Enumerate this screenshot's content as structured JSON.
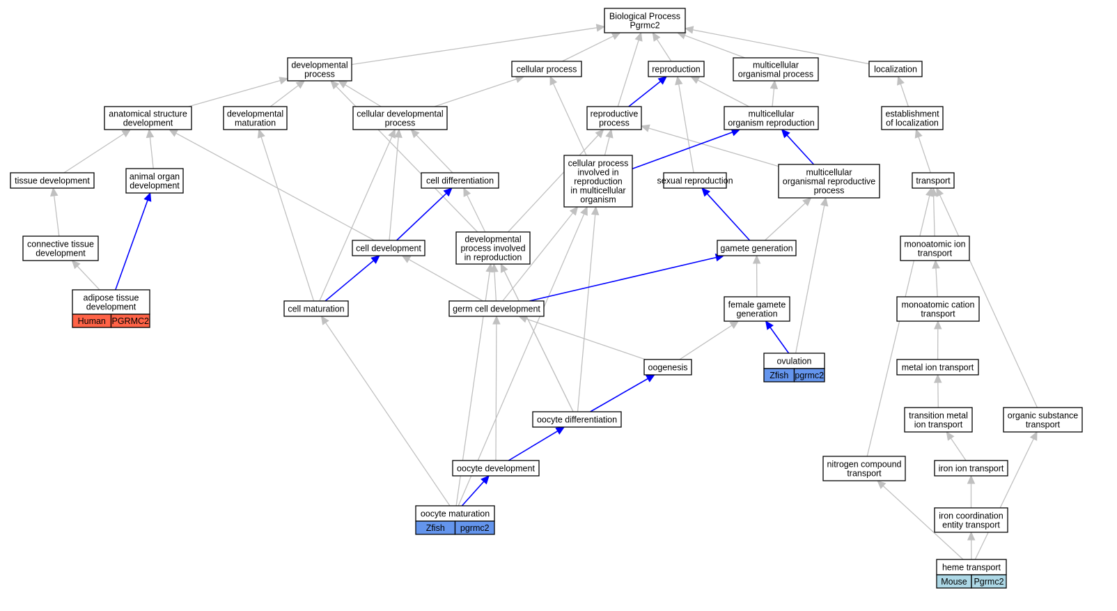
{
  "colors": {
    "default_edge": "#c0c0c0",
    "highlight_edge": "#0000ff",
    "human": "#ff6347",
    "zfish": "#6495ed",
    "mouse": "#add8e6"
  },
  "nodes": {
    "bp": [
      "Biological Process",
      "Pgrmc2"
    ],
    "devproc": [
      "developmental",
      "process"
    ],
    "cellproc": [
      "cellular process"
    ],
    "repro": [
      "reproduction"
    ],
    "mcop": [
      "multicellular",
      "organismal process"
    ],
    "loc": [
      "localization"
    ],
    "asd": [
      "anatomical structure",
      "development"
    ],
    "devmat": [
      "developmental",
      "maturation"
    ],
    "cdp": [
      "cellular developmental",
      "process"
    ],
    "reproproc": [
      "reproductive",
      "process"
    ],
    "mor": [
      "multicellular",
      "organism reproduction"
    ],
    "estloc": [
      "establishment",
      "of localization"
    ],
    "tissdev": [
      "tissue development"
    ],
    "aod": [
      "animal organ",
      "development"
    ],
    "celldiff": [
      "cell differentiation"
    ],
    "cpir": [
      "cellular process",
      "involved in",
      "reproduction",
      "in multicellular",
      "organism"
    ],
    "sexrepro": [
      "sexual reproduction"
    ],
    "morp": [
      "multicellular",
      "organismal reproductive",
      "process"
    ],
    "transport": [
      "transport"
    ],
    "ctd": [
      "connective tissue",
      "development"
    ],
    "celldev": [
      "cell development"
    ],
    "dpir": [
      "developmental",
      "process involved",
      "in reproduction"
    ],
    "gamgen": [
      "gamete generation"
    ],
    "mit": [
      "monoatomic ion",
      "transport"
    ],
    "atd": [
      "adipose tissue",
      "development"
    ],
    "cellmat": [
      "cell maturation"
    ],
    "gcd": [
      "germ cell development"
    ],
    "fgg": [
      "female gamete",
      "generation"
    ],
    "mct": [
      "monoatomic cation",
      "transport"
    ],
    "oogen": [
      "oogenesis"
    ],
    "ovul": [
      "ovulation"
    ],
    "metion": [
      "metal ion transport"
    ],
    "oodiff": [
      "oocyte differentiation"
    ],
    "tmit": [
      "transition metal",
      "ion transport"
    ],
    "ost": [
      "organic substance",
      "transport"
    ],
    "oodev": [
      "oocyte development"
    ],
    "nct": [
      "nitrogen compound",
      "transport"
    ],
    "iit": [
      "iron ion transport"
    ],
    "oomat": [
      "oocyte maturation"
    ],
    "icet": [
      "iron coordination",
      "entity transport"
    ],
    "heme": [
      "heme transport"
    ]
  },
  "annotations": {
    "atd": [
      "Human",
      "PGRMC2"
    ],
    "ovul": [
      "Zfish",
      "pgrmc2"
    ],
    "oomat": [
      "Zfish",
      "pgrmc2"
    ],
    "heme": [
      "Mouse",
      "Pgrmc2"
    ]
  },
  "edges": [
    {
      "from": "devproc",
      "to": "bp",
      "style": "grey"
    },
    {
      "from": "cellproc",
      "to": "bp",
      "style": "grey"
    },
    {
      "from": "repro",
      "to": "bp",
      "style": "grey"
    },
    {
      "from": "mcop",
      "to": "bp",
      "style": "grey"
    },
    {
      "from": "loc",
      "to": "bp",
      "style": "grey"
    },
    {
      "from": "reproproc",
      "to": "bp",
      "style": "grey"
    },
    {
      "from": "asd",
      "to": "devproc",
      "style": "grey"
    },
    {
      "from": "devmat",
      "to": "devproc",
      "style": "grey"
    },
    {
      "from": "cdp",
      "to": "devproc",
      "style": "grey"
    },
    {
      "from": "dpir",
      "to": "devproc",
      "style": "grey"
    },
    {
      "from": "cdp",
      "to": "cellproc",
      "style": "grey"
    },
    {
      "from": "cpir",
      "to": "cellproc",
      "style": "grey"
    },
    {
      "from": "reproproc",
      "to": "repro",
      "style": "blue"
    },
    {
      "from": "mor",
      "to": "repro",
      "style": "grey"
    },
    {
      "from": "sexrepro",
      "to": "repro",
      "style": "grey"
    },
    {
      "from": "mor",
      "to": "mcop",
      "style": "grey"
    },
    {
      "from": "estloc",
      "to": "loc",
      "style": "grey"
    },
    {
      "from": "tissdev",
      "to": "asd",
      "style": "grey"
    },
    {
      "from": "aod",
      "to": "asd",
      "style": "grey"
    },
    {
      "from": "celldev",
      "to": "asd",
      "style": "grey"
    },
    {
      "from": "cellmat",
      "to": "devmat",
      "style": "grey"
    },
    {
      "from": "celldiff",
      "to": "cdp",
      "style": "grey"
    },
    {
      "from": "celldev",
      "to": "cdp",
      "style": "grey"
    },
    {
      "from": "cellmat",
      "to": "cdp",
      "style": "grey"
    },
    {
      "from": "cpir",
      "to": "reproproc",
      "style": "grey"
    },
    {
      "from": "morp",
      "to": "reproproc",
      "style": "grey"
    },
    {
      "from": "dpir",
      "to": "reproproc",
      "style": "grey"
    },
    {
      "from": "cpir",
      "to": "mor",
      "style": "blue"
    },
    {
      "from": "morp",
      "to": "mor",
      "style": "blue"
    },
    {
      "from": "transport",
      "to": "estloc",
      "style": "grey"
    },
    {
      "from": "ctd",
      "to": "tissdev",
      "style": "grey"
    },
    {
      "from": "atd",
      "to": "aod",
      "style": "blue"
    },
    {
      "from": "celldev",
      "to": "celldiff",
      "style": "blue"
    },
    {
      "from": "oodiff",
      "to": "celldiff",
      "style": "grey"
    },
    {
      "from": "gcd",
      "to": "cpir",
      "style": "grey"
    },
    {
      "from": "oodiff",
      "to": "cpir",
      "style": "grey"
    },
    {
      "from": "oomat",
      "to": "cpir",
      "style": "grey"
    },
    {
      "from": "gamgen",
      "to": "sexrepro",
      "style": "blue"
    },
    {
      "from": "gamgen",
      "to": "morp",
      "style": "grey"
    },
    {
      "from": "ovul",
      "to": "morp",
      "style": "grey"
    },
    {
      "from": "mit",
      "to": "transport",
      "style": "grey"
    },
    {
      "from": "ost",
      "to": "transport",
      "style": "grey"
    },
    {
      "from": "nct",
      "to": "transport",
      "style": "grey"
    },
    {
      "from": "atd",
      "to": "ctd",
      "style": "grey"
    },
    {
      "from": "cellmat",
      "to": "celldev",
      "style": "blue"
    },
    {
      "from": "gcd",
      "to": "celldev",
      "style": "grey"
    },
    {
      "from": "gcd",
      "to": "dpir",
      "style": "grey"
    },
    {
      "from": "oodiff",
      "to": "dpir",
      "style": "grey"
    },
    {
      "from": "oomat",
      "to": "dpir",
      "style": "grey"
    },
    {
      "from": "gcd",
      "to": "gamgen",
      "style": "blue"
    },
    {
      "from": "fgg",
      "to": "gamgen",
      "style": "grey"
    },
    {
      "from": "mct",
      "to": "mit",
      "style": "grey"
    },
    {
      "from": "oomat",
      "to": "cellmat",
      "style": "grey"
    },
    {
      "from": "oodev",
      "to": "gcd",
      "style": "grey"
    },
    {
      "from": "oogen",
      "to": "gcd",
      "style": "grey"
    },
    {
      "from": "oogen",
      "to": "fgg",
      "style": "grey"
    },
    {
      "from": "ovul",
      "to": "fgg",
      "style": "blue"
    },
    {
      "from": "metion",
      "to": "mct",
      "style": "grey"
    },
    {
      "from": "oodiff",
      "to": "oogen",
      "style": "blue"
    },
    {
      "from": "tmit",
      "to": "metion",
      "style": "grey"
    },
    {
      "from": "oodev",
      "to": "oodiff",
      "style": "blue"
    },
    {
      "from": "iit",
      "to": "tmit",
      "style": "grey"
    },
    {
      "from": "heme",
      "to": "ost",
      "style": "grey"
    },
    {
      "from": "oomat",
      "to": "oodev",
      "style": "blue"
    },
    {
      "from": "heme",
      "to": "nct",
      "style": "grey"
    },
    {
      "from": "icet",
      "to": "iit",
      "style": "grey"
    },
    {
      "from": "heme",
      "to": "icet",
      "style": "grey"
    }
  ]
}
